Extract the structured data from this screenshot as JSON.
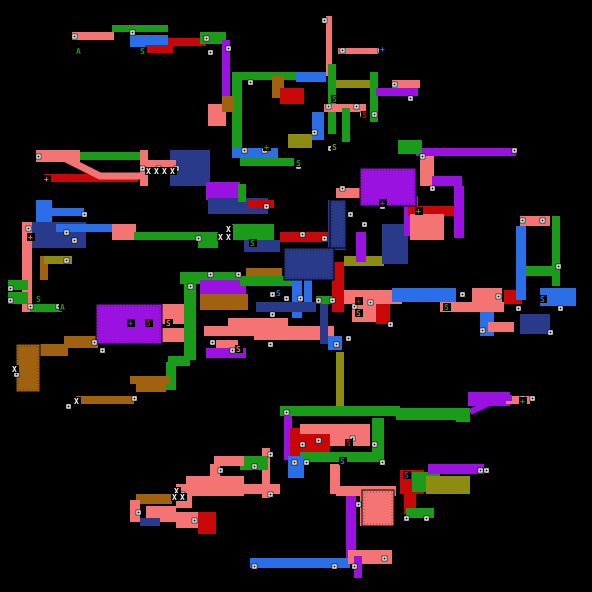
{
  "palette": {
    "background": "#000000",
    "salmon": "#f47373",
    "green": "#1a9c1a",
    "blue": "#2a6ee8",
    "purple": "#9a12e0",
    "red": "#c80808",
    "olive": "#8c8c12",
    "brown": "#a0620e",
    "navy": "#2a3a8a",
    "node_fill": "#ffffff"
  },
  "markers": {
    "shop_symbol": "S",
    "key_symbol": "A",
    "save_symbol": "+",
    "hazard_symbol": "X"
  }
}
